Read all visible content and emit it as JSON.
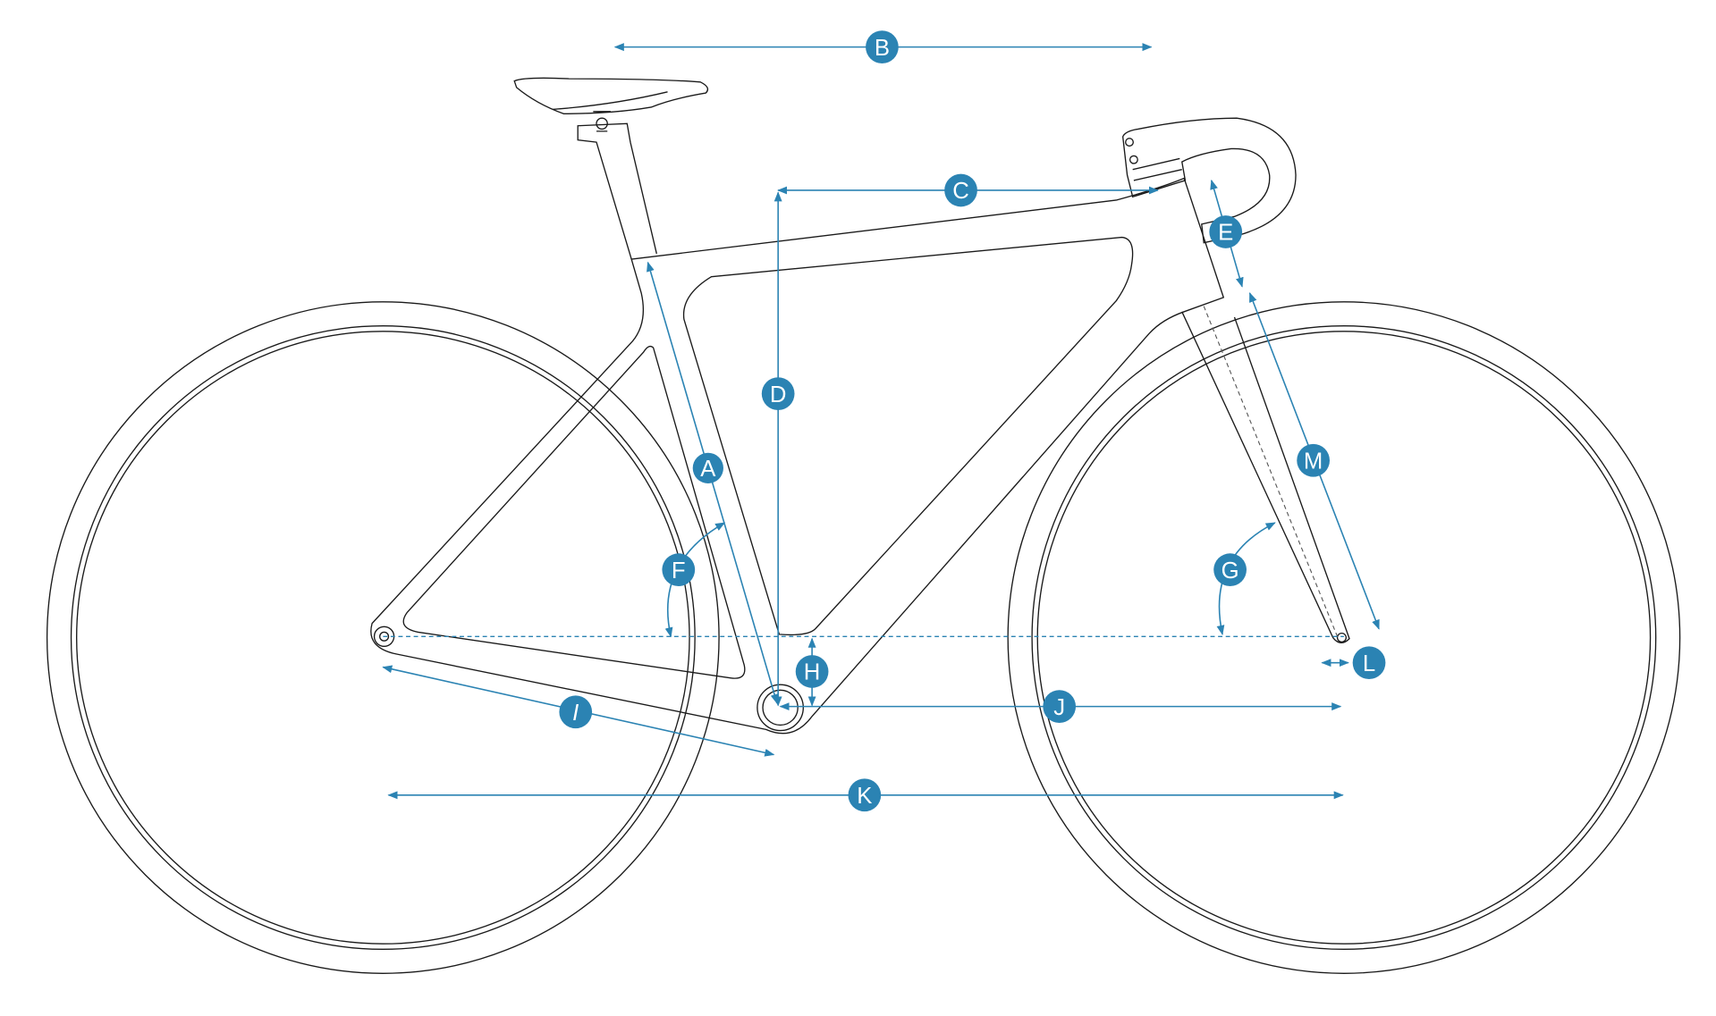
{
  "diagram": {
    "accent_color": "#2b83b3",
    "labels": {
      "A": "A",
      "B": "B",
      "C": "C",
      "D": "D",
      "E": "E",
      "F": "F",
      "G": "G",
      "H": "H",
      "I": "I",
      "J": "J",
      "K": "K",
      "L": "L",
      "M": "M"
    }
  }
}
